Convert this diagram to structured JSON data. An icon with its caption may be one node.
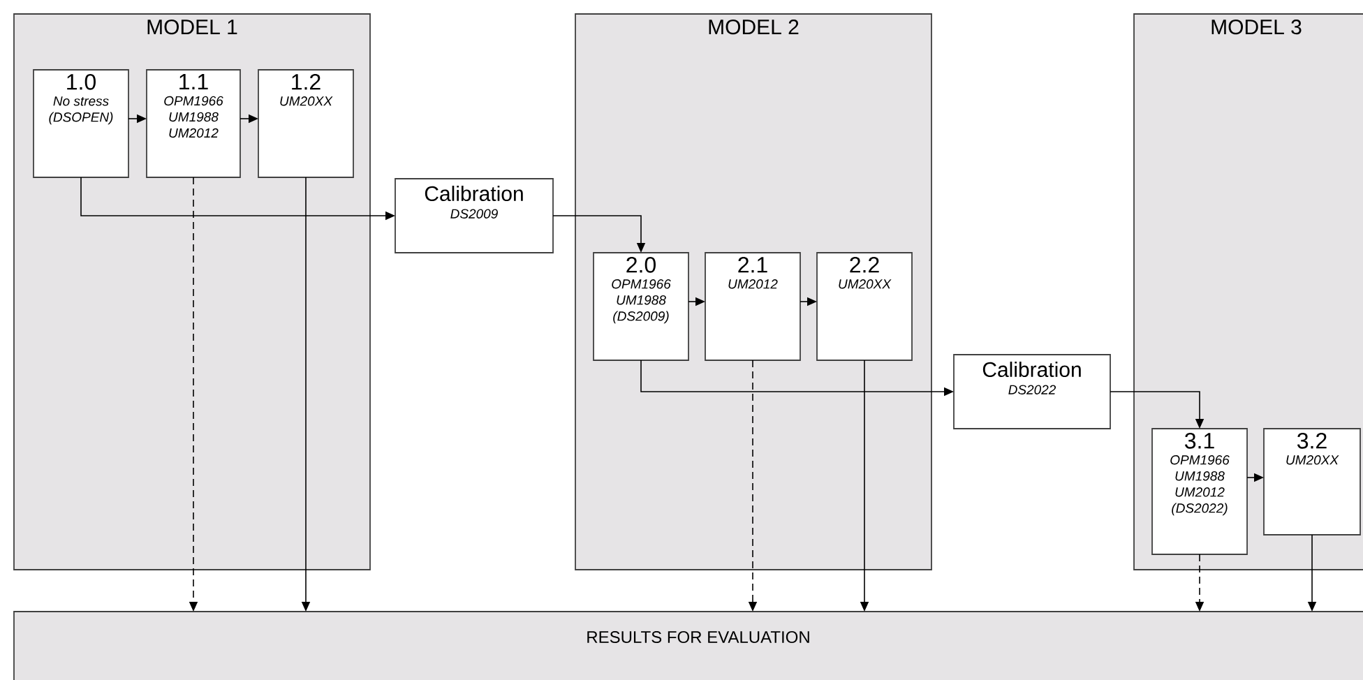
{
  "diagram": {
    "nodes": [
      {
        "text": [
          "MODEL 1"
        ]
      },
      {
        "text": [
          "1.0",
          "No stress (DSOPEN)"
        ],
        "in": 0
      },
      {
        "text": [
          "1.1",
          "OPM1966 UM1988 UM2012"
        ],
        "in": 0
      },
      {
        "text": [
          "1.2",
          "UM20XX"
        ],
        "in": 0
      },
      {
        "text": [
          "Calibration",
          "DS2009"
        ]
      },
      {
        "text": [
          "MODEL 2"
        ]
      },
      {
        "text": [
          "2.0",
          "OPM1966 UM1988 (DS2009)"
        ],
        "in": 5
      },
      {
        "text": [
          "2.1",
          "UM2012"
        ],
        "in": 5
      },
      {
        "text": [
          "2.2",
          "UM20XX"
        ],
        "in": 5
      },
      {
        "text": [
          "Calibration",
          "DS2022"
        ]
      },
      {
        "text": [
          "MODEL 3"
        ]
      },
      {
        "text": [
          "3.1",
          "OPM1966 UM1988 UM2012 (DS2022)"
        ],
        "in": 10
      },
      {
        "text": [
          "3.2",
          "UM20XX"
        ],
        "in": 10
      },
      {
        "text": [
          "RESULTS FOR EVALUATION"
        ]
      }
    ],
    "edges": [
      {
        "from": 1,
        "to": 2,
        "arrow": "to"
      },
      {
        "from": 2,
        "to": 3,
        "arrow": "to"
      },
      {
        "from": 1,
        "to": 4,
        "arrow": "to"
      },
      {
        "from": 4,
        "to": 6,
        "arrow": "to"
      },
      {
        "from": 2,
        "to": 13,
        "arrow": "to",
        "style": "dashed"
      },
      {
        "from": 3,
        "to": 13,
        "arrow": "to"
      },
      {
        "from": 6,
        "to": 7,
        "arrow": "to"
      },
      {
        "from": 7,
        "to": 8,
        "arrow": "to"
      },
      {
        "from": 6,
        "to": 9,
        "arrow": "to"
      },
      {
        "from": 7,
        "to": 13,
        "arrow": "to",
        "style": "dashed"
      },
      {
        "from": 8,
        "to": 13,
        "arrow": "to"
      },
      {
        "from": 9,
        "to": 11,
        "arrow": "to"
      },
      {
        "from": 11,
        "to": 12,
        "arrow": "to"
      },
      {
        "from": 11,
        "to": 13,
        "arrow": "to",
        "style": "dashed"
      },
      {
        "from": 12,
        "to": 13,
        "arrow": "to"
      }
    ]
  }
}
